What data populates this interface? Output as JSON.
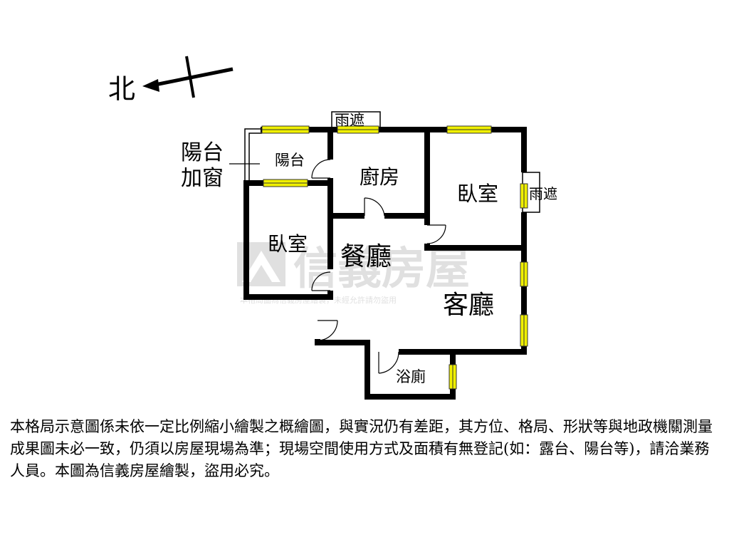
{
  "compass": {
    "north_label": "北"
  },
  "annotations": {
    "balcony_window_line1": "陽台",
    "balcony_window_line2": "加窗",
    "canopy_top": "雨遮",
    "canopy_right": "雨遮"
  },
  "rooms": {
    "balcony": "陽台",
    "kitchen": "廚房",
    "bedroom_east": "臥室",
    "bedroom_west": "臥室",
    "dining": "餐廳",
    "living": "客廳",
    "bathroom": "浴廁"
  },
  "watermark": {
    "brand": "信義房屋",
    "notice": "本格局圖為信義房屋繪製，未經允許請勿盜用"
  },
  "colors": {
    "wall": "#000000",
    "window_fill": "#f0f000",
    "window_stroke": "#333333",
    "watermark": "#c8c8c8"
  },
  "disclaimer": "本格局示意圖係未依一定比例縮小繪製之概繪圖，與實況仍有差距，其方位、格局、形狀等與地政機關測量成果圖未必一致，仍須以房屋現場為準；現場空間使用方式及面積有無登記(如：露台、陽台等)，請洽業務人員。本圖為信義房屋繪製，盜用必究。"
}
